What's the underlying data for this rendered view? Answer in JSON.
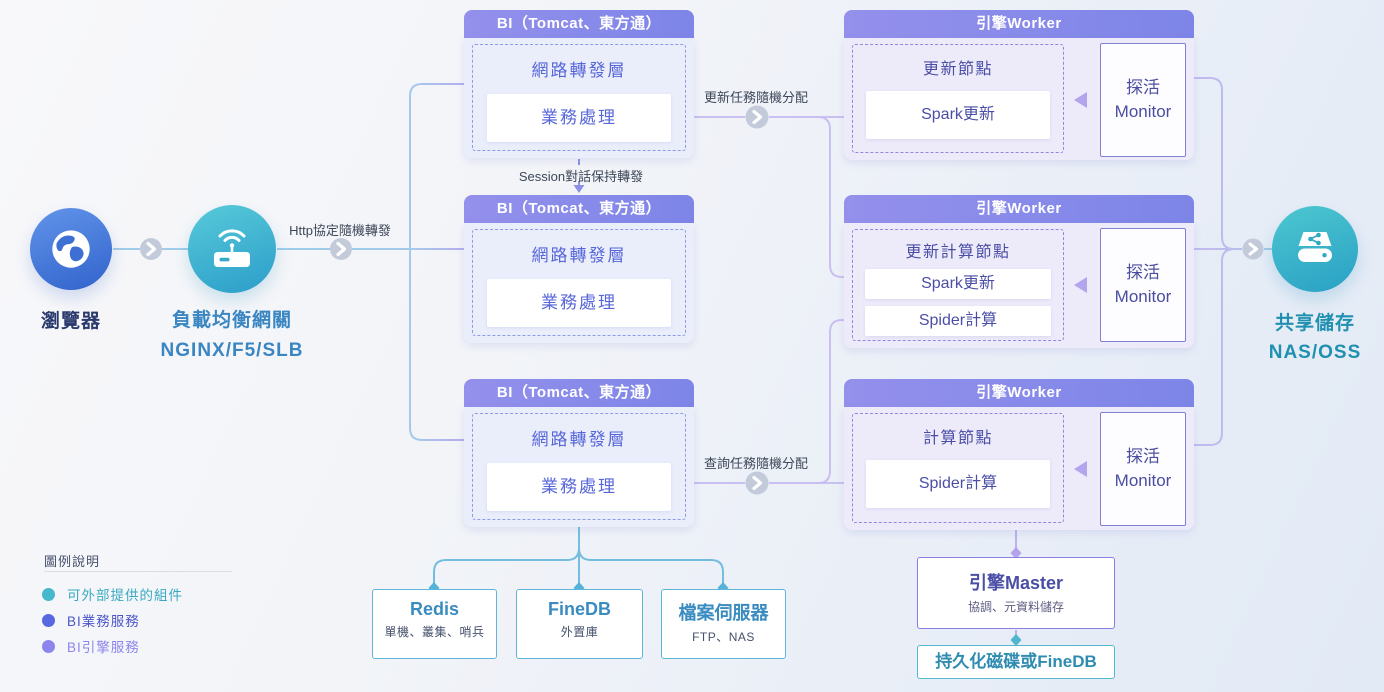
{
  "flow_left": {
    "browser": {
      "label": "瀏覽器",
      "icon": "globe-icon"
    },
    "load_balancer": {
      "label": "負載均衡網關",
      "sublabel": "NGINX/F5/SLB",
      "icon": "router-wifi-icon"
    }
  },
  "flow_right": {
    "storage": {
      "label": "共享儲存",
      "sublabel": "NAS/OSS",
      "icon": "shared-drive-icon"
    }
  },
  "edge_labels": {
    "http": "Http協定隨機轉發",
    "session": "Session對話保持轉發",
    "update_dispatch": "更新任務隨機分配",
    "query_dispatch": "查詢任務隨機分配"
  },
  "bi_nodes": [
    {
      "header": "BI（Tomcat、東方通）",
      "layer": "網路轉發層",
      "inner": "業務處理"
    },
    {
      "header": "BI（Tomcat、東方通）",
      "layer": "網路轉發層",
      "inner": "業務處理"
    },
    {
      "header": "BI（Tomcat、東方通）",
      "layer": "網路轉發層",
      "inner": "業務處理"
    }
  ],
  "workers": [
    {
      "header": "引擎Worker",
      "node_title": "更新節點",
      "tasks": [
        "Spark更新"
      ],
      "monitor_line1": "探活",
      "monitor_line2": "Monitor"
    },
    {
      "header": "引擎Worker",
      "node_title": "更新計算節點",
      "tasks": [
        "Spark更新",
        "Spider計算"
      ],
      "monitor_line1": "探活",
      "monitor_line2": "Monitor"
    },
    {
      "header": "引擎Worker",
      "node_title": "計算節點",
      "tasks": [
        "Spider計算"
      ],
      "monitor_line1": "探活",
      "monitor_line2": "Monitor"
    }
  ],
  "datastores": [
    {
      "title": "Redis",
      "subtitle": "單機、叢集、哨兵"
    },
    {
      "title": "FineDB",
      "subtitle": "外置庫"
    },
    {
      "title": "檔案伺服器",
      "subtitle": "FTP、NAS"
    }
  ],
  "master": {
    "title": "引擎Master",
    "subtitle": "協調、元資料儲存"
  },
  "persistence": {
    "label": "持久化磁碟或FineDB"
  },
  "legend": {
    "title": "圖例說明",
    "items": [
      {
        "label": "可外部提供的組件",
        "color": "#45b8cd"
      },
      {
        "label": "BI業務服務",
        "color": "#5a68e0"
      },
      {
        "label": "BI引擎服務",
        "color": "#8d85ee"
      }
    ]
  },
  "colors": {
    "node_header_purple": "#8487e8",
    "bi_text_accent": "#5766d8",
    "worker_text_accent": "#4b4ea6",
    "line_blue": "#9fcde9",
    "line_purple": "#c8bef1",
    "line_teal": "#74bdde",
    "browser_circle_blue": "#3e6fd3",
    "teal_circle": "#2ea8c4",
    "datastore_border_teal": "#5fb6da",
    "master_border_purple": "#8a7fe0",
    "chevron_gray": "#c3cbdb"
  }
}
